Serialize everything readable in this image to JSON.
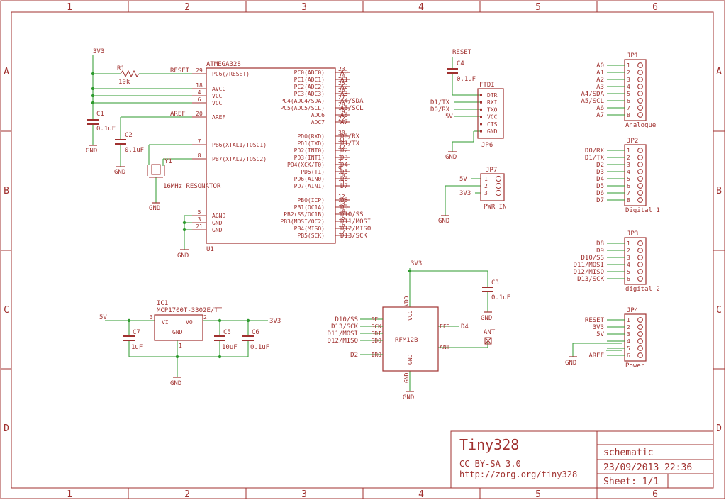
{
  "frame": {
    "columns": [
      "1",
      "2",
      "3",
      "4",
      "5",
      "6"
    ],
    "rows": [
      "A",
      "B",
      "C",
      "D"
    ]
  },
  "colors": {
    "symbol": "#a0312f",
    "net": "#2e9a2e",
    "background": "#ffffff"
  },
  "title_block": {
    "title": "Tiny328",
    "license": "CC BY-SA 3.0",
    "url": "http://zorg.org/tiny328",
    "sheet_name": "schematic",
    "date": "23/09/2013 22:36",
    "sheet": "Sheet: 1/1"
  },
  "u1": {
    "name": "U1",
    "part": "ATMEGA328",
    "left_pins": [
      {
        "num": "29",
        "name": "PC6(/RESET)",
        "net": "RESET"
      },
      {
        "num": "18",
        "name": "AVCC",
        "net": ""
      },
      {
        "num": "4",
        "name": "VCC",
        "net": ""
      },
      {
        "num": "6",
        "name": "VCC",
        "net": ""
      },
      {
        "num": "20",
        "name": "AREF",
        "net": "AREF"
      },
      {
        "num": "7",
        "name": "PB6(XTAL1/TOSC1)",
        "net": ""
      },
      {
        "num": "8",
        "name": "PB7(XTAL2/TOSC2)",
        "net": ""
      },
      {
        "num": "5",
        "name": "AGND",
        "net": ""
      },
      {
        "num": "3",
        "name": "GND",
        "net": ""
      },
      {
        "num": "21",
        "name": "GND",
        "net": ""
      }
    ],
    "right_pins": [
      {
        "num": "23",
        "name": "PC0(ADC0)",
        "net": "A0"
      },
      {
        "num": "24",
        "name": "PC1(ADC1)",
        "net": "A1"
      },
      {
        "num": "25",
        "name": "PC2(ADC2)",
        "net": "A2"
      },
      {
        "num": "26",
        "name": "PC3(ADC3)",
        "net": "A3"
      },
      {
        "num": "27",
        "name": "PC4(ADC4/SDA)",
        "net": "A4/SDA"
      },
      {
        "num": "28",
        "name": "PC5(ADC5/SCL)",
        "net": "A5/SCL"
      },
      {
        "num": "19",
        "name": "ADC6",
        "net": "A6"
      },
      {
        "num": "22",
        "name": "ADC7",
        "net": "A7"
      },
      {
        "num": "30",
        "name": "PD0(RXD)",
        "net": "D0/RX"
      },
      {
        "num": "31",
        "name": "PD1(TXD)",
        "net": "D1/TX"
      },
      {
        "num": "32",
        "name": "PD2(INT0)",
        "net": "D2"
      },
      {
        "num": "1",
        "name": "PD3(INT1)",
        "net": "D3"
      },
      {
        "num": "2",
        "name": "PD4(XCK/T0)",
        "net": "D4"
      },
      {
        "num": "9",
        "name": "PD5(T1)",
        "net": "D5"
      },
      {
        "num": "10",
        "name": "PD6(AIN0)",
        "net": "D6"
      },
      {
        "num": "11",
        "name": "PD7(AIN1)",
        "net": "D7"
      },
      {
        "num": "12",
        "name": "PB0(ICP)",
        "net": "D8"
      },
      {
        "num": "13",
        "name": "PB1(OC1A)",
        "net": "D9"
      },
      {
        "num": "14",
        "name": "PB2(SS/OC1B)",
        "net": "D10/SS"
      },
      {
        "num": "15",
        "name": "PB3(MOSI/OC2)",
        "net": "D11/MOSI"
      },
      {
        "num": "16",
        "name": "PB4(MISO)",
        "net": "D12/MISO"
      },
      {
        "num": "17",
        "name": "PB5(SCK)",
        "net": "D13/SCK"
      }
    ]
  },
  "passives": {
    "supply_3v3": "3V3",
    "r1_name": "R1",
    "r1_value": "10k",
    "c1_name": "C1",
    "c1_value": "0.1uF",
    "c2_name": "C2",
    "c2_value": "0.1uF",
    "y1_name": "Y1",
    "y1_value": "16MHz RESONATOR",
    "gnd": "GND"
  },
  "ftdi": {
    "name": "JP6",
    "title": "FTDI",
    "reset_net": "RESET",
    "c4_name": "C4",
    "c4_value": "0.1uF",
    "pins": [
      "DTR",
      "RXI",
      "TXO",
      "VCC",
      "CTS",
      "GND"
    ],
    "nets": [
      "",
      "D1/TX",
      "D0/RX",
      "5V",
      "",
      ""
    ]
  },
  "jp7": {
    "name": "JP7",
    "label": "PWR IN",
    "nets": [
      "5V",
      "",
      "3V3"
    ],
    "pins": [
      "1",
      "2",
      "3"
    ]
  },
  "headers": [
    {
      "name": "JP1",
      "label": "Analogue",
      "pins": [
        "1",
        "2",
        "3",
        "4",
        "5",
        "6",
        "7",
        "8"
      ],
      "nets": [
        "A0",
        "A1",
        "A2",
        "A3",
        "A4/SDA",
        "A5/SCL",
        "A6",
        "A7"
      ]
    },
    {
      "name": "JP2",
      "label": "Digital 1",
      "pins": [
        "1",
        "2",
        "3",
        "4",
        "5",
        "6",
        "7",
        "8"
      ],
      "nets": [
        "D0/RX",
        "D1/TX",
        "D2",
        "D3",
        "D4",
        "D5",
        "D6",
        "D7"
      ]
    },
    {
      "name": "JP3",
      "label": "digital 2",
      "pins": [
        "1",
        "2",
        "3",
        "4",
        "5",
        "6"
      ],
      "nets": [
        "D8",
        "D9",
        "D10/SS",
        "D11/MOSI",
        "D12/MISO",
        "D13/SCK"
      ]
    },
    {
      "name": "JP4",
      "label": "Power",
      "pins": [
        "1",
        "2",
        "3",
        "4",
        "5",
        "6"
      ],
      "nets": [
        "RESET",
        "3V3",
        "5V",
        "",
        "",
        "AREF"
      ]
    }
  ],
  "jp4_gnd": "GND",
  "regulator": {
    "name": "IC1",
    "part": "MCP1700T-3302E/TT",
    "vi": "VI",
    "vo": "VO",
    "gnd": "GND",
    "pin_in": "3",
    "pin_out": "2",
    "pin_gnd": "1",
    "in_net": "5V",
    "out_net": "3V3",
    "c7_name": "C7",
    "c7_value": "1uF",
    "c5_name": "C5",
    "c5_value": "10uF",
    "c6_name": "C6",
    "c6_value": "0.1uF",
    "gnd_label": "GND"
  },
  "rfm": {
    "part": "RFM12B",
    "supply": "3V3",
    "c3_name": "C3",
    "c3_value": "0.1uF",
    "vdd": "VDD",
    "vcc": "VCC",
    "gnd_pin": "GND",
    "gnd_pin2": "GND",
    "left_pins": [
      "SEL",
      "SCK",
      "SDI",
      "SDO",
      "IRQ"
    ],
    "left_nets": [
      "D10/SS",
      "D13/SCK",
      "D11/MOSI",
      "D12/MISO",
      "D2"
    ],
    "ffs": "FFS",
    "ffs_net": "D4",
    "ant": "ANT",
    "ant_label": "ANT",
    "gnd_label": "GND",
    "c3_gnd": "GND"
  }
}
